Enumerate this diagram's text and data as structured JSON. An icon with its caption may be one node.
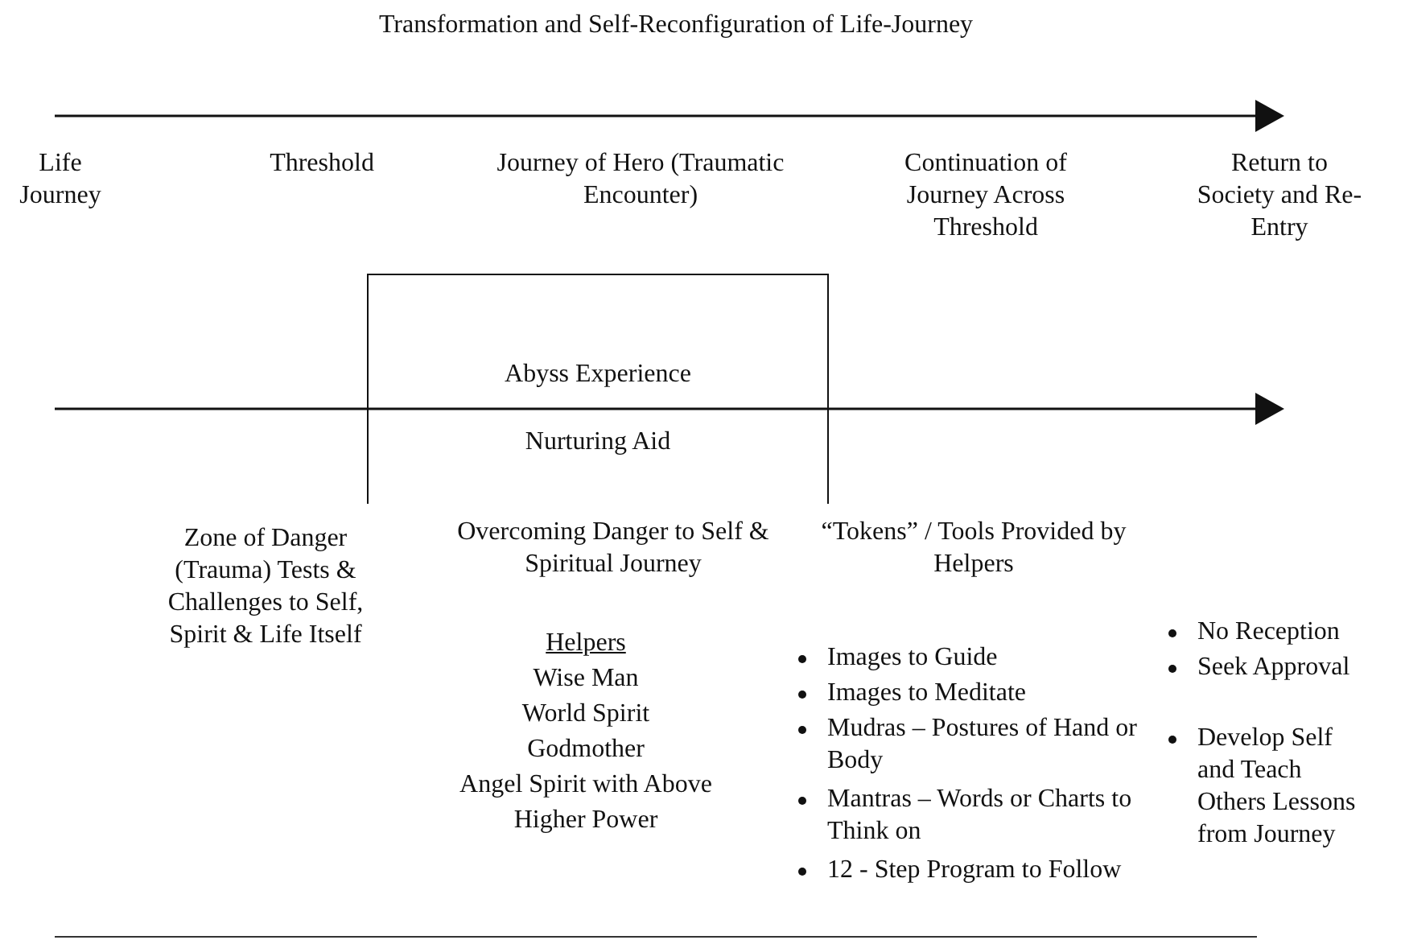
{
  "diagram": {
    "title": "Transformation and Self-Reconfiguration of Life-Journey",
    "nodes": [
      {
        "text": [
          "Abyss Experience",
          "Nurturing Aid"
        ]
      }
    ],
    "labels": [
      "Life Journey",
      "Threshold",
      "Journey of Hero (Traumatic Encounter)",
      "Continuation of Journey Across Threshold",
      "Return to Society and Re-Entry",
      "Zone of Danger (Trauma) Tests & Challenges to Self, Spirit & Life Itself",
      "Overcoming Danger to Self & Spiritual Journey",
      "Helpers",
      "Wise Man",
      "World Spirit",
      "Godmother",
      "Angel Spirit with Above",
      "Higher Power",
      "“Tokens” / Tools Provided by Helpers",
      "Images to Guide",
      "Images to Meditate",
      "Mudras – Postures of Hand or Body",
      "Mantras – Words or Charts to Think on",
      "12 - Step Program to Follow",
      "No Reception",
      "Seek Approval",
      "Develop Self and Teach Others Lessons from Journey"
    ]
  }
}
